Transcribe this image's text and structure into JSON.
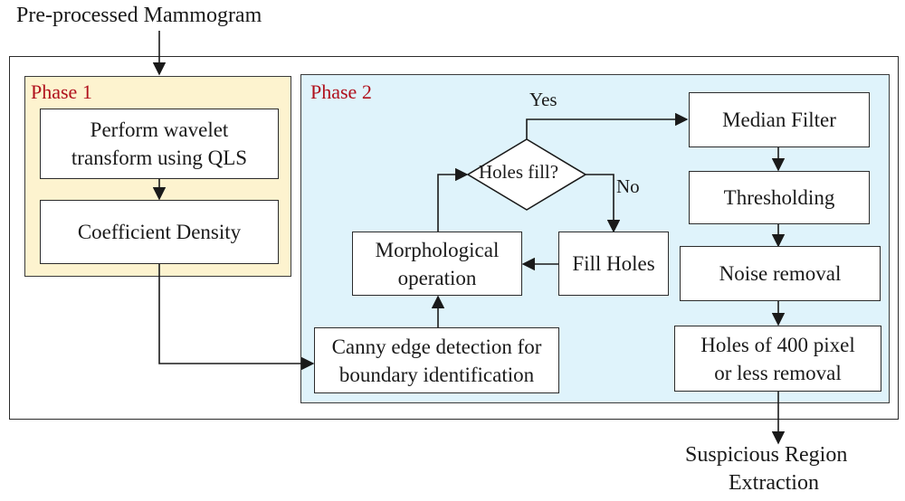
{
  "input_label": "Pre-processed Mammogram",
  "output_label": {
    "line1": "Suspicious Region",
    "line2": "Extraction"
  },
  "colors": {
    "phase1_bg": "#fdf3cf",
    "phase2_bg": "#dff3fb",
    "phase_title": "#b0101c",
    "line": "#1a1a1a"
  },
  "phase1": {
    "title": "Phase 1",
    "wavelet": {
      "line1": "Perform wavelet",
      "line2": "transform using QLS"
    },
    "coefficient": "Coefficient Density"
  },
  "phase2": {
    "title": "Phase 2",
    "canny": {
      "line1": "Canny edge detection for",
      "line2": "boundary identification"
    },
    "morph": {
      "line1": "Morphological",
      "line2": "operation"
    },
    "decision": "Holes fill?",
    "yes": "Yes",
    "no": "No",
    "fill_holes": "Fill Holes",
    "median": "Median Filter",
    "threshold": "Thresholding",
    "noise": "Noise removal",
    "holes400": {
      "line1": "Holes of 400 pixel",
      "line2": "or less removal"
    }
  }
}
